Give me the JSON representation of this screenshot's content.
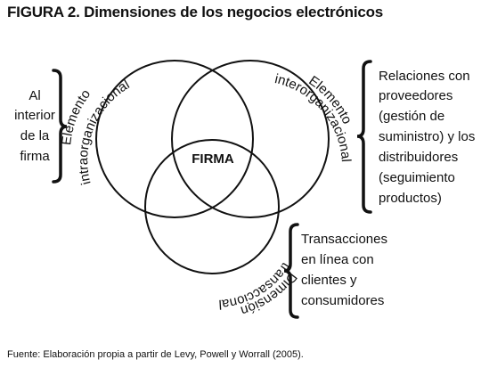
{
  "figure": {
    "title": "FIGURA 2. Dimensiones de los negocios electrónicos",
    "source": "Fuente: Elaboración propia a partir de Levy, Powell y Worrall (2005)."
  },
  "diagram": {
    "center_label": "FIRMA",
    "circles": [
      {
        "id": "intra",
        "arc_lines": [
          "Elemento",
          "intraorganizacional"
        ]
      },
      {
        "id": "inter",
        "arc_lines": [
          "Elemento",
          "interorganizacional"
        ]
      },
      {
        "id": "trans",
        "arc_lines": [
          "Dimensión",
          "transaccional"
        ]
      }
    ],
    "side_notes": {
      "left": [
        "Al",
        "interior",
        "de la",
        "firma"
      ],
      "right_top": [
        "Relaciones con",
        "proveedores",
        "(gestión de",
        "suministro) y los",
        "distribuidores",
        "(seguimiento",
        "productos)"
      ],
      "right_bottom": [
        "Transacciones",
        "en línea con",
        "clientes y",
        "consumidores"
      ]
    }
  }
}
